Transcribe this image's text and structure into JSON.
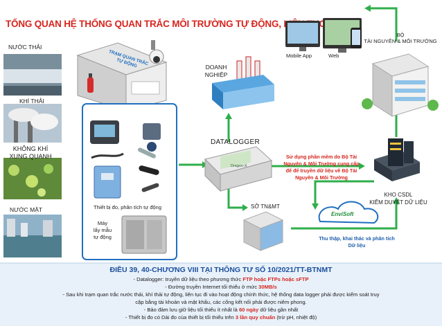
{
  "title": "TỔNG QUAN HỆ THỐNG QUAN TRẮC MÔI TRƯỜNG TỰ ĐỘNG, LIÊN TỤC",
  "sources": {
    "nuoc_thai": "NƯỚC THẢI",
    "khi_thai": "KHÍ THẢI",
    "khong_khi_1": "KHÔNG KHÍ",
    "khong_khi_2": "XUNG QUANH",
    "nuoc_mat": "NƯỚC MẶT"
  },
  "station": {
    "sign_1": "TRẠM QUAN TRẮC",
    "sign_2": "TỰ ĐỘNG",
    "devices_label": "Thiết bị đo, phân tích tự động",
    "sampler_1": "Máy",
    "sampler_2": "lấy mẫu",
    "sampler_3": "tự động"
  },
  "doanh_nghiep": {
    "line1": "DOANH",
    "line2": "NGHIỆP"
  },
  "datalogger": {
    "label": "DATALOGGER",
    "screen": "Dragon-X"
  },
  "apps": {
    "mobile": "Mobile App",
    "web": "Web"
  },
  "bo_tnmt": {
    "line1": "BỘ",
    "line2": "TÀI NGUYÊN & MÔI TRƯỜNG"
  },
  "software_note": {
    "l1": "Sử dụng phần mềm do Bộ Tài",
    "l2": "Nguyên & Môi Trường cung cấp",
    "l3": "để để truyền dữ liệu về Bộ Tài",
    "l4": "Nguyên & Môi Trường"
  },
  "kho_csdl": {
    "line1": "KHO CSDL",
    "line2": "KIỂM DUYỆT DỮ LIỆU"
  },
  "so_tnmt": "SỞ TN&MT",
  "envisoft": "EnviSoft",
  "thu_thap": {
    "l1": "Thu thập, khai thác và phân tích",
    "l2": "Dữ liệu"
  },
  "regulation": {
    "heading": "ĐIỀU 39, 40-CHƯƠNG VIII TẠI THÔNG TƯ SỐ 10/2021/TT-BTNMT",
    "b1_pre": "- Datalogger: truyền dữ liệu theo phương thức ",
    "b1_hl": "FTP hoặc FTPs hoặc sFTP",
    "b2_pre": "- Đường truyền Internet tối thiểu ở mức ",
    "b2_hl": "30MB/s",
    "b3a": "- Sau khi trạm quan trắc nước thải, khí thải tự động, liên tục đi vào hoạt động chính thức, hệ thống data logger phải được kiểm soát truy",
    "b3b": "cập bằng tài khoản và mật khẩu, các cổng kết nối phải được niêm phong.",
    "b4_pre": "- Bảo đảm lưu giữ liệu tối thiểu ít nhất là ",
    "b4_hl": "60 ngày",
    "b4_post": " dữ liệu gần nhất",
    "b5_pre": "- Thiết bị đo có Dải đo của thiết bị tối thiểu trên ",
    "b5_hl": "3 lần quy chuẩn",
    "b5_post": " (trừ pH, nhiệt độ)"
  },
  "colors": {
    "title_red": "#d6261f",
    "arrow_green": "#2fae4a",
    "station_blue": "#1f6fc0",
    "law_blue": "#1b4f9c"
  }
}
